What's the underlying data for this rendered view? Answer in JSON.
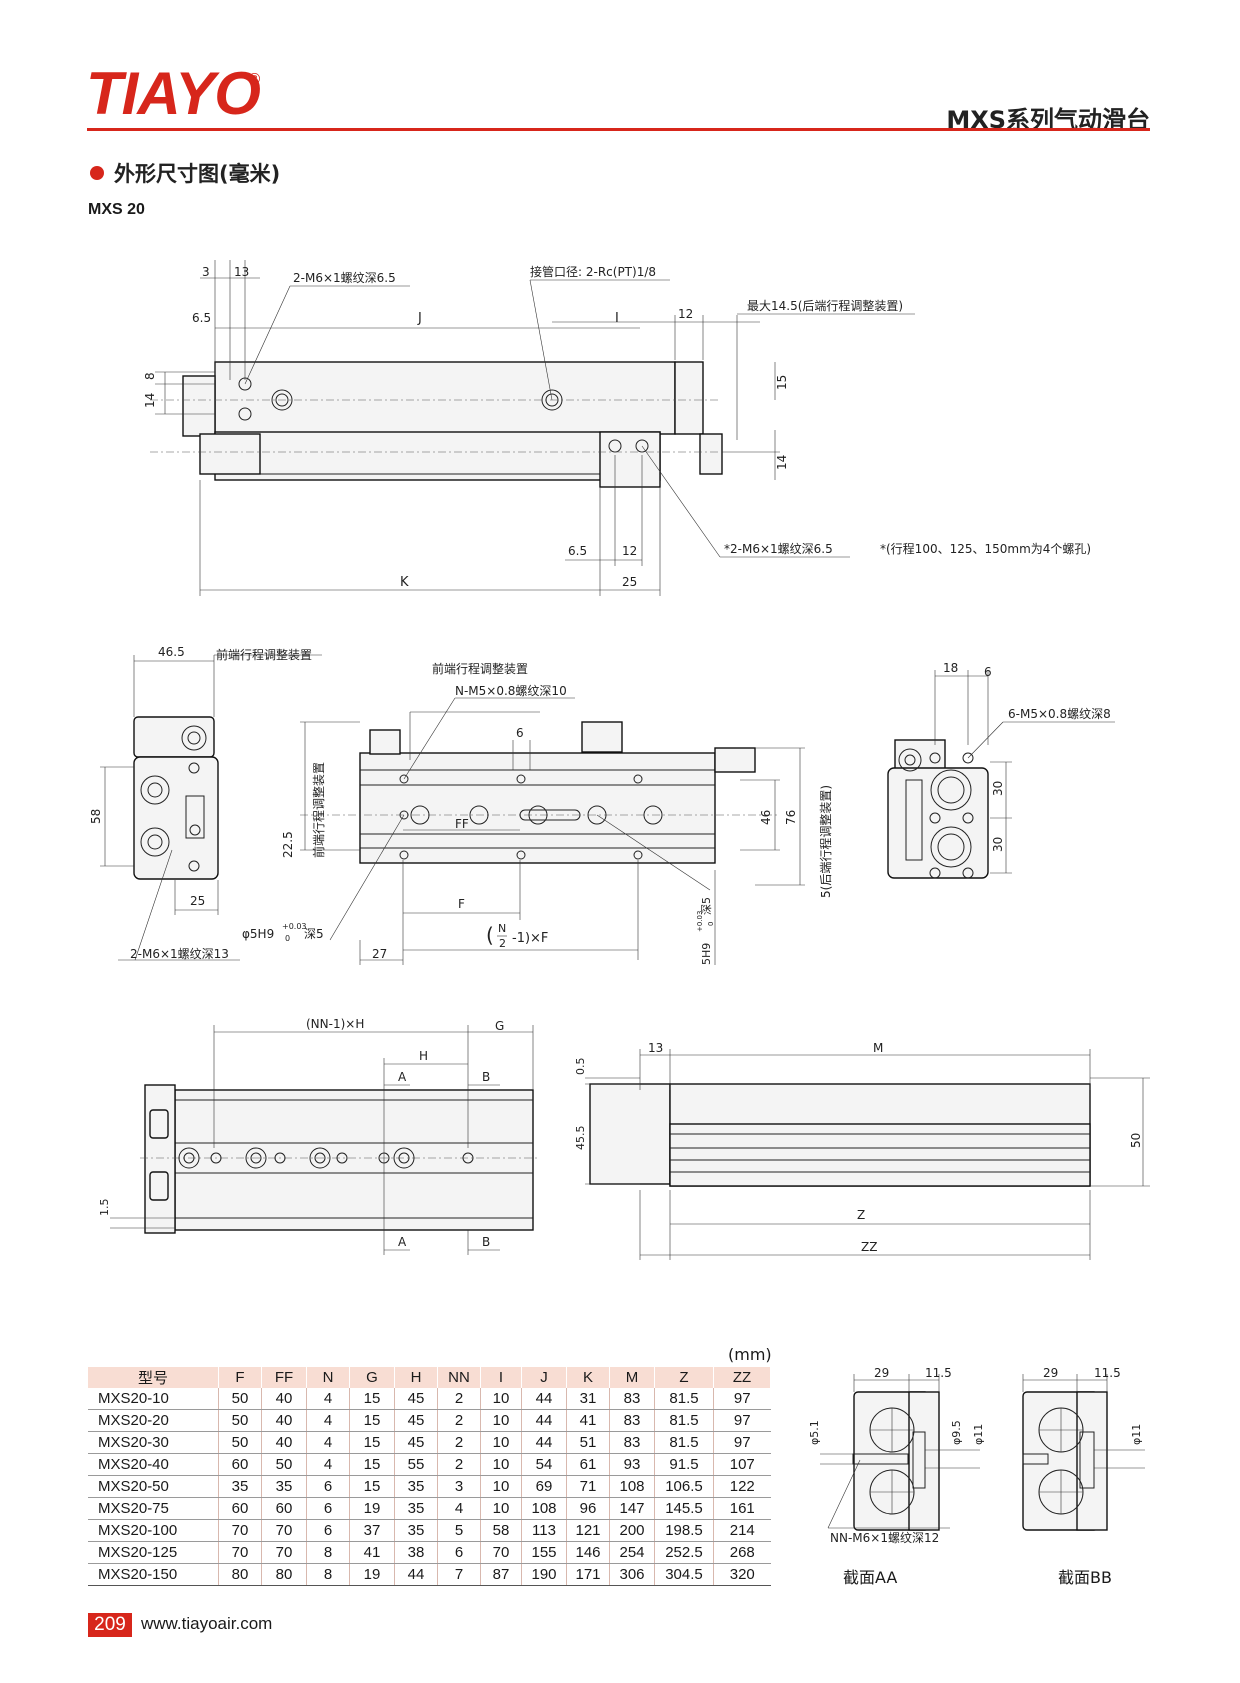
{
  "header": {
    "logo_text": "TIAYO",
    "logo_mark": "®",
    "series_title": "MXS系列气动滑台",
    "accent_color": "#d7261b"
  },
  "section": {
    "title": "外形尺寸图(毫米)",
    "model": "MXS 20"
  },
  "top_view": {
    "dims": [
      "3",
      "13",
      "6.5",
      "8",
      "14",
      "J",
      "I",
      "12",
      "15",
      "14",
      "6.5",
      "12",
      "K",
      "25"
    ],
    "notes": {
      "tap_front": "2-M6×1螺纹深6.5",
      "port": "接管口径: 2-Rc(PT)1/8",
      "adjuster": "最大14.5(后端行程调整装置)",
      "tap_rear": "*2-M6×1螺纹深6.5",
      "footnote": "*(行程100、125、150mm为4个螺孔)"
    }
  },
  "middle_views": {
    "left_dims": [
      "46.5",
      "58",
      "25"
    ],
    "left_notes": {
      "front_adjuster": "前端行程调整装置",
      "tap": "2-M6×1螺纹深13"
    },
    "center_dims": [
      "22.5",
      "6",
      "FF",
      "F",
      "27",
      "46",
      "76"
    ],
    "center_notes": {
      "front_adjuster": "前端行程调整装置",
      "tap": "N-M5×0.8螺纹深10",
      "vertical_adjuster": "前端行程调整装置",
      "pin_hole": "φ5H9",
      "pin_tol": "+0.03",
      "pin_tol_low": "0",
      "pin_depth": "深5",
      "formula_n": "N",
      "formula_d": "2",
      "formula_rest": "-1)×F",
      "pin_hole_v": "5H9",
      "pin_tol_v": "+0.03",
      "pin_tol_low_v": "0",
      "pin_depth_v": "深5",
      "rear_adjuster": "5(后端行程调整装置)"
    },
    "right_dims": [
      "18",
      "6",
      "30",
      "30"
    ],
    "right_notes": {
      "tap": "6-M5×0.8螺纹深8"
    }
  },
  "bottom_views": {
    "left_dims": [
      "(NN-1)×H",
      "G",
      "H",
      "A",
      "B",
      "A",
      "B",
      "1.5"
    ],
    "right_dims": [
      "13",
      "M",
      "0.5",
      "45.5",
      "50",
      "Z",
      "ZZ"
    ]
  },
  "table": {
    "unit": "(mm)",
    "columns": [
      "型号",
      "F",
      "FF",
      "N",
      "G",
      "H",
      "NN",
      "I",
      "J",
      "K",
      "M",
      "Z",
      "ZZ"
    ],
    "rows": [
      [
        "MXS20-10",
        "50",
        "40",
        "4",
        "15",
        "45",
        "2",
        "10",
        "44",
        "31",
        "83",
        "81.5",
        "97"
      ],
      [
        "MXS20-20",
        "50",
        "40",
        "4",
        "15",
        "45",
        "2",
        "10",
        "44",
        "41",
        "83",
        "81.5",
        "97"
      ],
      [
        "MXS20-30",
        "50",
        "40",
        "4",
        "15",
        "45",
        "2",
        "10",
        "44",
        "51",
        "83",
        "81.5",
        "97"
      ],
      [
        "MXS20-40",
        "60",
        "50",
        "4",
        "15",
        "55",
        "2",
        "10",
        "54",
        "61",
        "93",
        "91.5",
        "107"
      ],
      [
        "MXS20-50",
        "35",
        "35",
        "6",
        "15",
        "35",
        "3",
        "10",
        "69",
        "71",
        "108",
        "106.5",
        "122"
      ],
      [
        "MXS20-75",
        "60",
        "60",
        "6",
        "19",
        "35",
        "4",
        "10",
        "108",
        "96",
        "147",
        "145.5",
        "161"
      ],
      [
        "MXS20-100",
        "70",
        "70",
        "6",
        "37",
        "35",
        "5",
        "58",
        "113",
        "121",
        "200",
        "198.5",
        "214"
      ],
      [
        "MXS20-125",
        "70",
        "70",
        "8",
        "41",
        "38",
        "6",
        "70",
        "155",
        "146",
        "254",
        "252.5",
        "268"
      ],
      [
        "MXS20-150",
        "80",
        "80",
        "8",
        "19",
        "44",
        "7",
        "87",
        "190",
        "171",
        "306",
        "304.5",
        "320"
      ]
    ]
  },
  "sections": {
    "aa_dims": [
      "29",
      "11.5",
      "φ5.1",
      "φ9.5",
      "φ11"
    ],
    "aa_note": "NN-M6×1螺纹深12",
    "bb_dims": [
      "29",
      "11.5",
      "φ11"
    ],
    "caption_aa": "截面AA",
    "caption_bb": "截面BB"
  },
  "footer": {
    "page_number": "209",
    "website": "www.tiayoair.com"
  }
}
